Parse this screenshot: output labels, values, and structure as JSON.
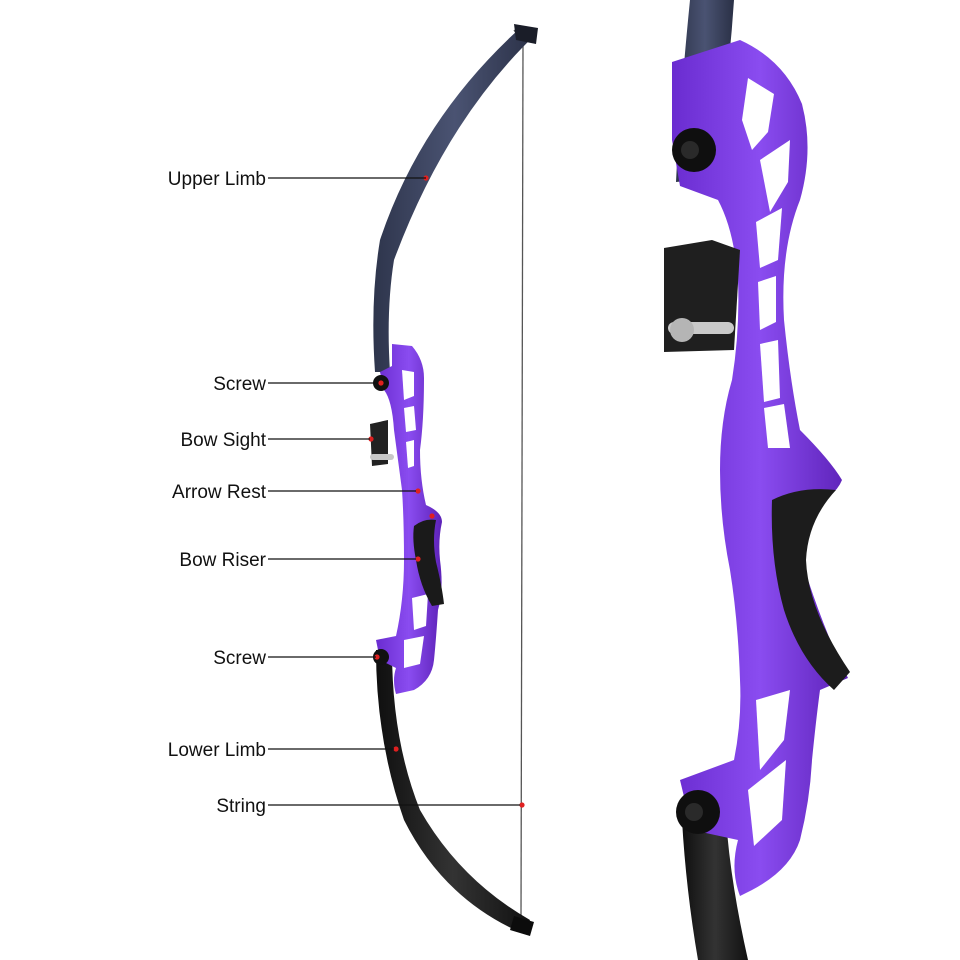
{
  "diagram": {
    "labels": [
      {
        "id": "upper-limb",
        "text": "Upper Limb"
      },
      {
        "id": "upper-screw",
        "text": "Screw"
      },
      {
        "id": "bow-sight",
        "text": "Bow Sight"
      },
      {
        "id": "arrow-rest",
        "text": "Arrow Rest"
      },
      {
        "id": "bow-riser",
        "text": "Bow Riser"
      },
      {
        "id": "lower-screw",
        "text": "Screw"
      },
      {
        "id": "lower-limb",
        "text": "Lower Limb"
      },
      {
        "id": "string",
        "text": "String"
      }
    ]
  },
  "colors": {
    "riser": "#7f3fe0",
    "riser_shadow": "#5a22b0",
    "upper_limb": "#3d4560",
    "lower_limb": "#1c1c1c",
    "grip": "#1a1a1a",
    "marker": "#e02020",
    "leader": "#111111",
    "string": "#444444"
  }
}
